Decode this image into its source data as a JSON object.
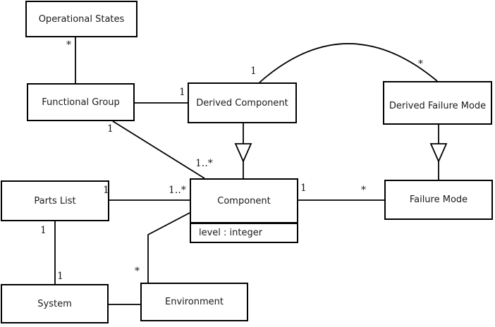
{
  "diagram": {
    "title": "UML class diagram",
    "background": "#ffffff",
    "line_color": "#000000",
    "box_fill": "#ffffff",
    "text_color": "#1a1a1a"
  },
  "classes": [
    {
      "name": "Operational States"
    },
    {
      "name": "Functional Group"
    },
    {
      "name": "Derived Component"
    },
    {
      "name": "Derived Failure Mode"
    },
    {
      "name": "Parts List"
    },
    {
      "name": "Component",
      "attributes": [
        "level : integer"
      ]
    },
    {
      "name": "Failure Mode"
    },
    {
      "name": "System"
    },
    {
      "name": "Environment"
    }
  ],
  "relationships": [
    {
      "type": "association",
      "from": "Operational States",
      "to": "Functional Group",
      "from_multiplicity": "*",
      "to_multiplicity": ""
    },
    {
      "type": "association",
      "from": "Functional Group",
      "to": "Derived Component",
      "from_multiplicity": "",
      "to_multiplicity": "1"
    },
    {
      "type": "association",
      "from": "Functional Group",
      "to": "Component",
      "from_multiplicity": "1",
      "to_multiplicity": "1..*"
    },
    {
      "type": "association",
      "from": "Derived Component",
      "to": "Derived Failure Mode",
      "from_multiplicity": "1",
      "to_multiplicity": "*"
    },
    {
      "type": "generalization",
      "from": "Derived Component",
      "to": "Component"
    },
    {
      "type": "generalization",
      "from": "Derived Failure Mode",
      "to": "Failure Mode"
    },
    {
      "type": "association",
      "from": "Parts List",
      "to": "Component",
      "from_multiplicity": "1",
      "to_multiplicity": "1..*"
    },
    {
      "type": "association",
      "from": "Component",
      "to": "Failure Mode",
      "from_multiplicity": "1",
      "to_multiplicity": "*"
    },
    {
      "type": "association",
      "from": "Parts List",
      "to": "System",
      "from_multiplicity": "1",
      "to_multiplicity": "1"
    },
    {
      "type": "association",
      "from": "System",
      "to": "Environment"
    },
    {
      "type": "association",
      "from": "Environment",
      "to": "Component",
      "from_multiplicity": "*",
      "to_multiplicity": ""
    }
  ],
  "labels": [
    {
      "text": "*",
      "relationship": "Operational States - Functional Group"
    },
    {
      "text": "1",
      "relationship": "Functional Group - Derived Component"
    },
    {
      "text": "1",
      "relationship": "Functional Group - Component"
    },
    {
      "text": "1..*",
      "relationship": "Functional Group - Component"
    },
    {
      "text": "1",
      "relationship": "Derived Component - Derived Failure Mode"
    },
    {
      "text": "*",
      "relationship": "Derived Component - Derived Failure Mode"
    },
    {
      "text": "1",
      "relationship": "Parts List - Component"
    },
    {
      "text": "1..*",
      "relationship": "Parts List - Component"
    },
    {
      "text": "1",
      "relationship": "Component - Failure Mode"
    },
    {
      "text": "*",
      "relationship": "Component - Failure Mode"
    },
    {
      "text": "1",
      "relationship": "Parts List - System"
    },
    {
      "text": "1",
      "relationship": "Parts List - System"
    },
    {
      "text": "*",
      "relationship": "Environment - Component"
    }
  ]
}
